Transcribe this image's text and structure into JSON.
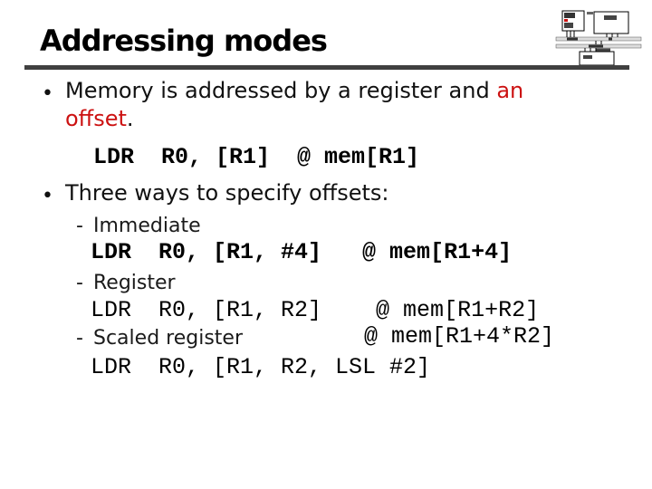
{
  "slide": {
    "title": "Addressing modes",
    "bullet_marker": "•",
    "dash_marker": "-",
    "colors": {
      "accent_red": "#cc1111",
      "divider_gray": "#404040",
      "text_black": "#111111",
      "background": "#ffffff"
    },
    "bullet1": {
      "line1_black": "Memory is addressed by a register and ",
      "line1_red": "an",
      "line2_red": "offset",
      "line2_tail": "."
    },
    "code1": "LDR  R0, [R1]  @ mem[R1]",
    "bullet2": "Three ways to specify offsets:",
    "sub_items": [
      {
        "label": "Immediate",
        "code": "LDR  R0, [R1, #4]   @ mem[R1+4]"
      },
      {
        "label": "Register",
        "code": "LDR  R0, [R1, R2]    @ mem[R1+R2]"
      },
      {
        "label": "Scaled register",
        "comment": "@ mem[R1+4*R2]",
        "code": "LDR  R0, [R1, R2, LSL #2]"
      }
    ]
  }
}
